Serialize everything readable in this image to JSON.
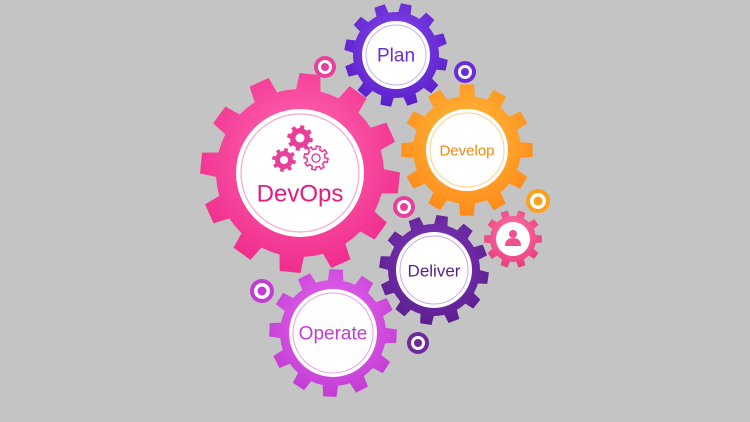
{
  "gears": {
    "devops": {
      "label": "DevOps",
      "color": "#ff3d9a",
      "text_color": "#e5197f"
    },
    "plan": {
      "label": "Plan",
      "color": "#6a2bd9",
      "text_color": "#6a2bd9"
    },
    "develop": {
      "label": "Develop",
      "color": "#ff9f1c",
      "text_color": "#f08a0c"
    },
    "deliver": {
      "label": "Deliver",
      "color": "#6b2a9e",
      "text_color": "#5b1f8e"
    },
    "operate": {
      "label": "Operate",
      "color": "#d94ee3",
      "text_color": "#c23bd3"
    },
    "user": {
      "label": "",
      "color": "#f0508f",
      "text_color": "#f0508f"
    }
  },
  "icons": {
    "center_icon": "cogs-icon",
    "user_gear_icon": "user-icon",
    "decor": "ring-dot-icon"
  },
  "palette": {
    "background": "#c4c4c4",
    "ring_pink": "#e8409a",
    "ring_purple": "#6a2bd9",
    "ring_orange": "#ff9f1c",
    "ring_magenta": "#c23bd3"
  }
}
